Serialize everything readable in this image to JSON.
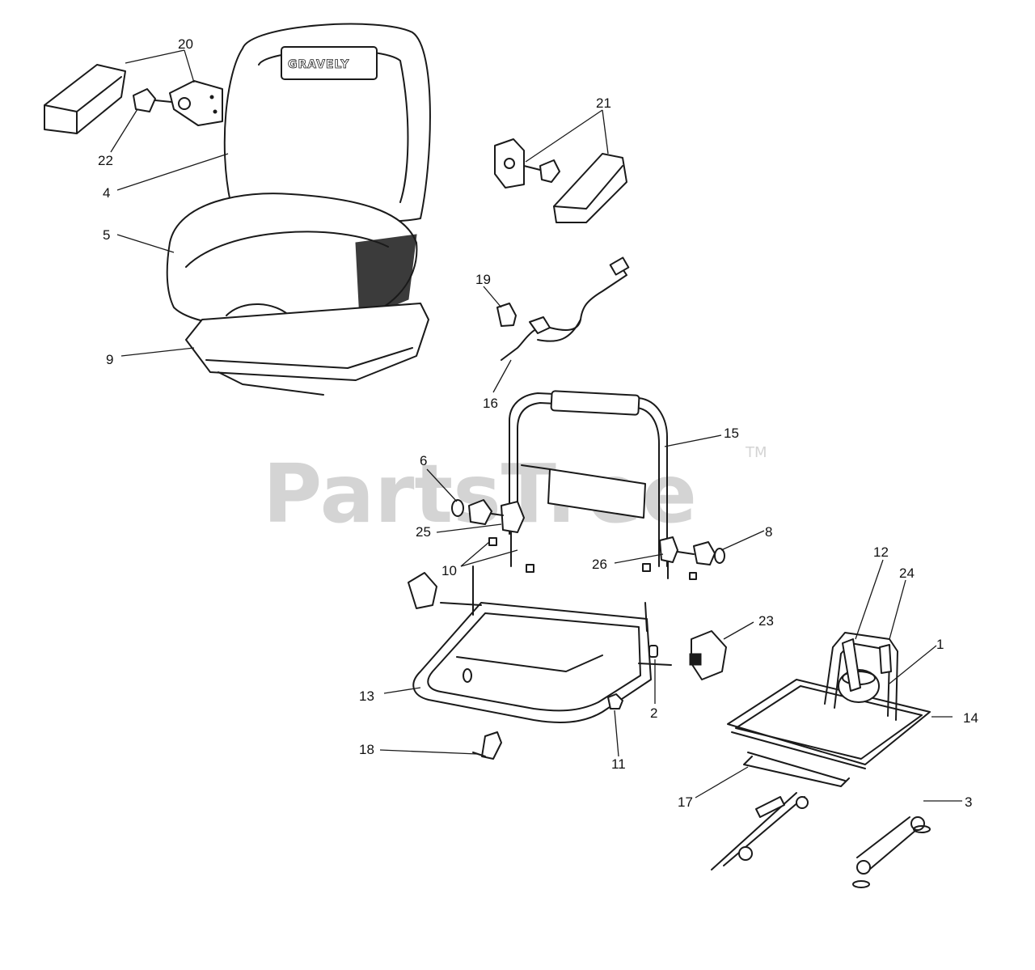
{
  "watermark": {
    "text": "PartsTree",
    "trademark": "TM"
  },
  "brand_logo": "GRAVELY",
  "callouts": [
    {
      "id": "c1",
      "label": "1"
    },
    {
      "id": "c2",
      "label": "2"
    },
    {
      "id": "c3",
      "label": "3"
    },
    {
      "id": "c4",
      "label": "4"
    },
    {
      "id": "c5",
      "label": "5"
    },
    {
      "id": "c6",
      "label": "6"
    },
    {
      "id": "c8",
      "label": "8"
    },
    {
      "id": "c9",
      "label": "9"
    },
    {
      "id": "c10",
      "label": "10"
    },
    {
      "id": "c11",
      "label": "11"
    },
    {
      "id": "c12",
      "label": "12"
    },
    {
      "id": "c13",
      "label": "13"
    },
    {
      "id": "c14",
      "label": "14"
    },
    {
      "id": "c15",
      "label": "15"
    },
    {
      "id": "c16",
      "label": "16"
    },
    {
      "id": "c17",
      "label": "17"
    },
    {
      "id": "c18",
      "label": "18"
    },
    {
      "id": "c19",
      "label": "19"
    },
    {
      "id": "c20",
      "label": "20"
    },
    {
      "id": "c21",
      "label": "21"
    },
    {
      "id": "c22",
      "label": "22"
    },
    {
      "id": "c23",
      "label": "23"
    },
    {
      "id": "c24",
      "label": "24"
    },
    {
      "id": "c25",
      "label": "25"
    },
    {
      "id": "c26",
      "label": "26"
    }
  ],
  "colors": {
    "line": "#1a1a1a",
    "watermark": "#d4d4d4",
    "background": "#ffffff"
  }
}
